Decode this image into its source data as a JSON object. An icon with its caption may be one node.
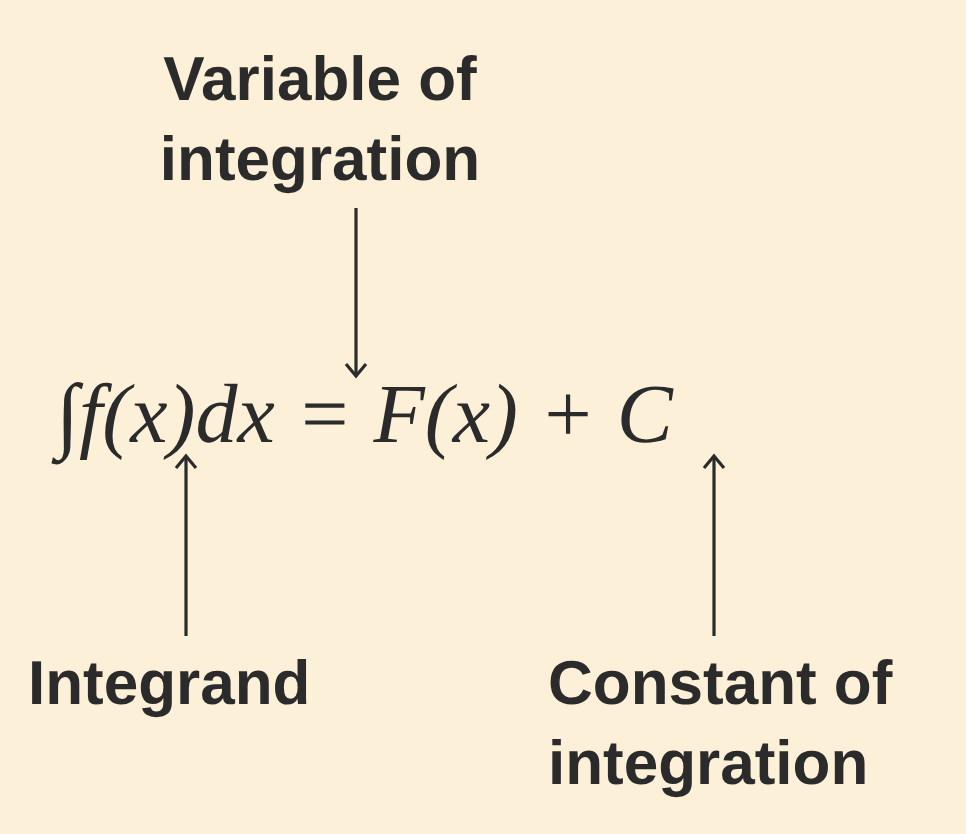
{
  "diagram": {
    "nodes": [
      {
        "text": [
          "Variable of integration"
        ]
      },
      {
        "text": [
          "Integrand"
        ]
      },
      {
        "text": [
          "Constant of integration"
        ]
      },
      {
        "text": [
          "∫f(x)dx = F(x) + C"
        ]
      }
    ],
    "edges": [
      {
        "from": 0,
        "to": 3,
        "arrow": "to"
      },
      {
        "from": 1,
        "to": 3,
        "arrow": "to"
      },
      {
        "from": 2,
        "to": 3,
        "arrow": "to"
      }
    ]
  }
}
